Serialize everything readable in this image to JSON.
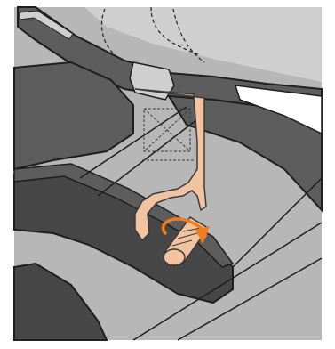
{
  "figure": {
    "kind": "assembly-instruction-illustration",
    "icons": [
      "strap-loop",
      "toggle-button",
      "rotate-arrow-icon"
    ],
    "colors": {
      "background": "#ffffff",
      "frame": "#b7b7b7",
      "dark_body": "#5d5d5d",
      "shadow": "#474747",
      "canopy": "#cfcfcf",
      "strap": "#f2c3a1",
      "strap_outline": "#3a3a3a",
      "arrow": "#f07d1e",
      "outline": "#1f1f1f"
    }
  }
}
